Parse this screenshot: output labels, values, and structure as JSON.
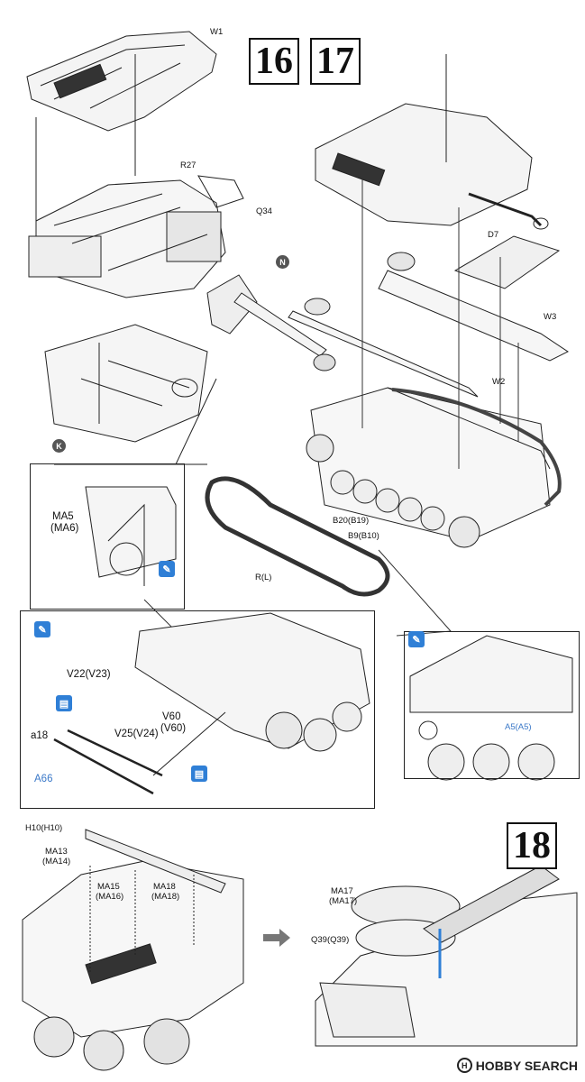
{
  "steps": {
    "s16": "16",
    "s17": "17",
    "s18": "18"
  },
  "markers": {
    "n": "N",
    "k": "K"
  },
  "step16_17": {
    "labels": {
      "w1": "W1",
      "r27": "R27",
      "q34": "Q34",
      "d7": "D7",
      "w3": "W3",
      "w2": "W2",
      "b20": "B20(B19)",
      "b9": "B9(B10)",
      "rl": "R(L)",
      "ma5": "MA5",
      "ma6": "(MA6)",
      "v22": "V22(V23)",
      "v25": "V25(V24)",
      "v60a": "V60",
      "v60b": "(V60)",
      "a18": "a18",
      "a66": "A66",
      "a5": "A5(A5)"
    }
  },
  "step18": {
    "labels": {
      "h10": "H10(H10)",
      "ma13": "MA13",
      "ma14": "(MA14)",
      "ma15": "MA15",
      "ma16": "(MA16)",
      "ma18": "MA18",
      "ma18b": "(MA18)",
      "ma17": "MA17",
      "ma17b": "(MA17)",
      "q39": "Q39(Q39)"
    }
  },
  "icons": {
    "paint": "paint-brush-icon",
    "decal": "decal-icon",
    "arrow": "arrow-right-icon"
  },
  "colors": {
    "accent_blue": "#2f7fd6",
    "label_blue": "#3a78c8",
    "line": "#222222"
  },
  "watermark": {
    "text": "HOBBY SEARCH",
    "logo_letter": "H"
  }
}
